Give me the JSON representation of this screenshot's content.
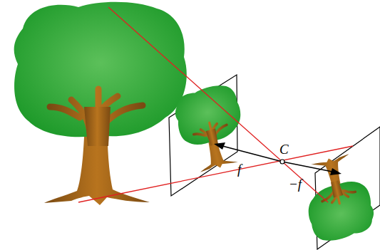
{
  "diagram": {
    "labels": [
      "C",
      "f",
      "−f"
    ]
  }
}
